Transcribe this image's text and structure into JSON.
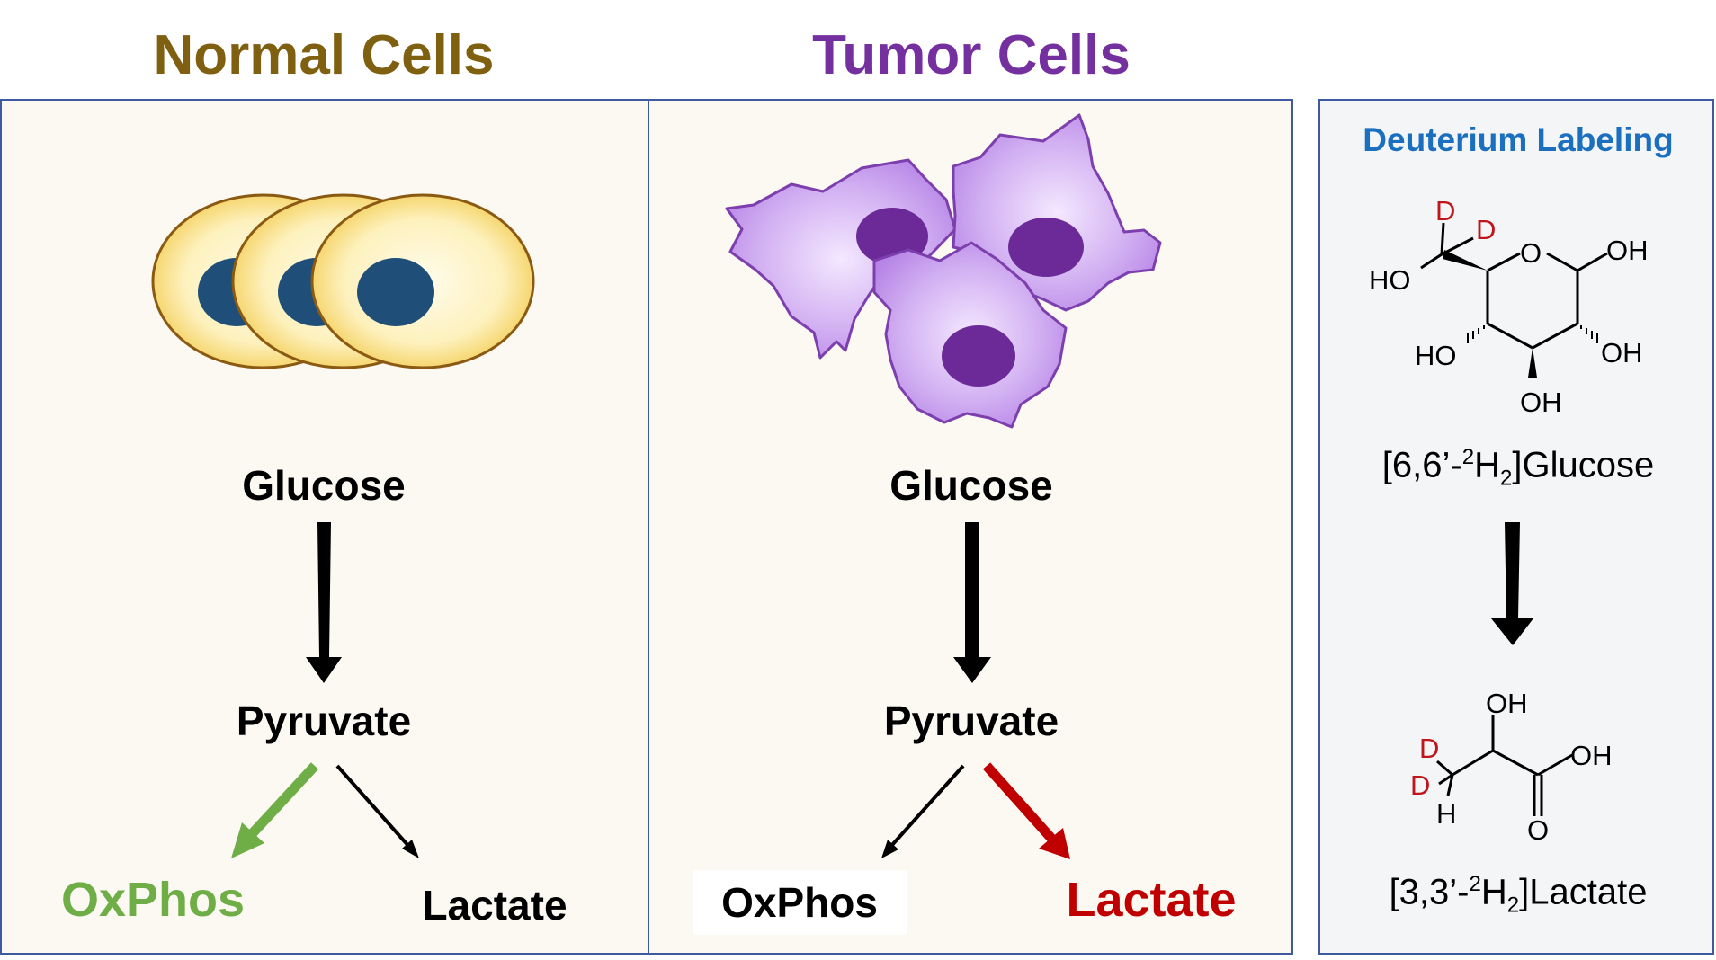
{
  "titles": {
    "normal": "Normal Cells",
    "tumor": "Tumor Cells",
    "labeling": "Deuterium Labeling"
  },
  "normal": {
    "glucose": "Glucose",
    "pyruvate": "Pyruvate",
    "oxphos": "OxPhos",
    "lactate": "Lactate"
  },
  "tumor": {
    "glucose": "Glucose",
    "pyruvate": "Pyruvate",
    "oxphos": "OxPhos",
    "lactate": "Lactate"
  },
  "labeling": {
    "glucose_name": {
      "pre": "[6,6’-",
      "sup": "2",
      "mid": "H",
      "sub": "2",
      "post": "]Glucose"
    },
    "lactate_name": {
      "pre": "[3,3’-",
      "sup": "2",
      "mid": "H",
      "sub": "2",
      "post": "]Lactate"
    },
    "glucose_atoms": {
      "d1": "D",
      "d2": "D",
      "o_ring": "O",
      "oh1": "OH",
      "ho_left": "HO",
      "ho_mid": "HO",
      "oh_right": "OH",
      "oh_bottom": "OH"
    },
    "lactate_atoms": {
      "oh_top": "OH",
      "oh_right": "OH",
      "d1": "D",
      "d2": "D",
      "h": "H",
      "o": "O"
    }
  },
  "colors": {
    "normal_title": "#7f6010",
    "tumor_title": "#7530a0",
    "labeling_title": "#1a6fbf",
    "oxphos_green": "#6fad46",
    "lactate_red": "#c00000",
    "deuterium_red": "#c0161b",
    "panel_border": "#3f5a9e"
  }
}
